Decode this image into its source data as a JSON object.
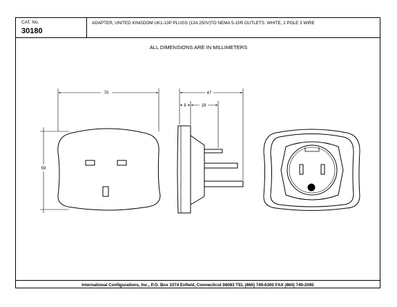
{
  "title_block": {
    "cat_label": "CAT. No.",
    "cat_number": "30180",
    "description": "ADAPTER,  UNITED KINGDOM UK1-13P PLUGS  (13A 250V)TO  NEMA 5-15R OUTLETS. WHITE, 2 POLE 3 WIRE"
  },
  "note": "ALL DIMENSIONS ARE IN MILLIMETERS",
  "dimensions": {
    "front_width": "70",
    "front_height": "59",
    "side_depth": "47",
    "side_body": "8",
    "side_pins": "18"
  },
  "footer": "International Configurations, Inc.,  P.O. Box 3374  Enfield, Connecticut 06083 TEL (860) 749-6300  FAX (860) 749-2085"
}
